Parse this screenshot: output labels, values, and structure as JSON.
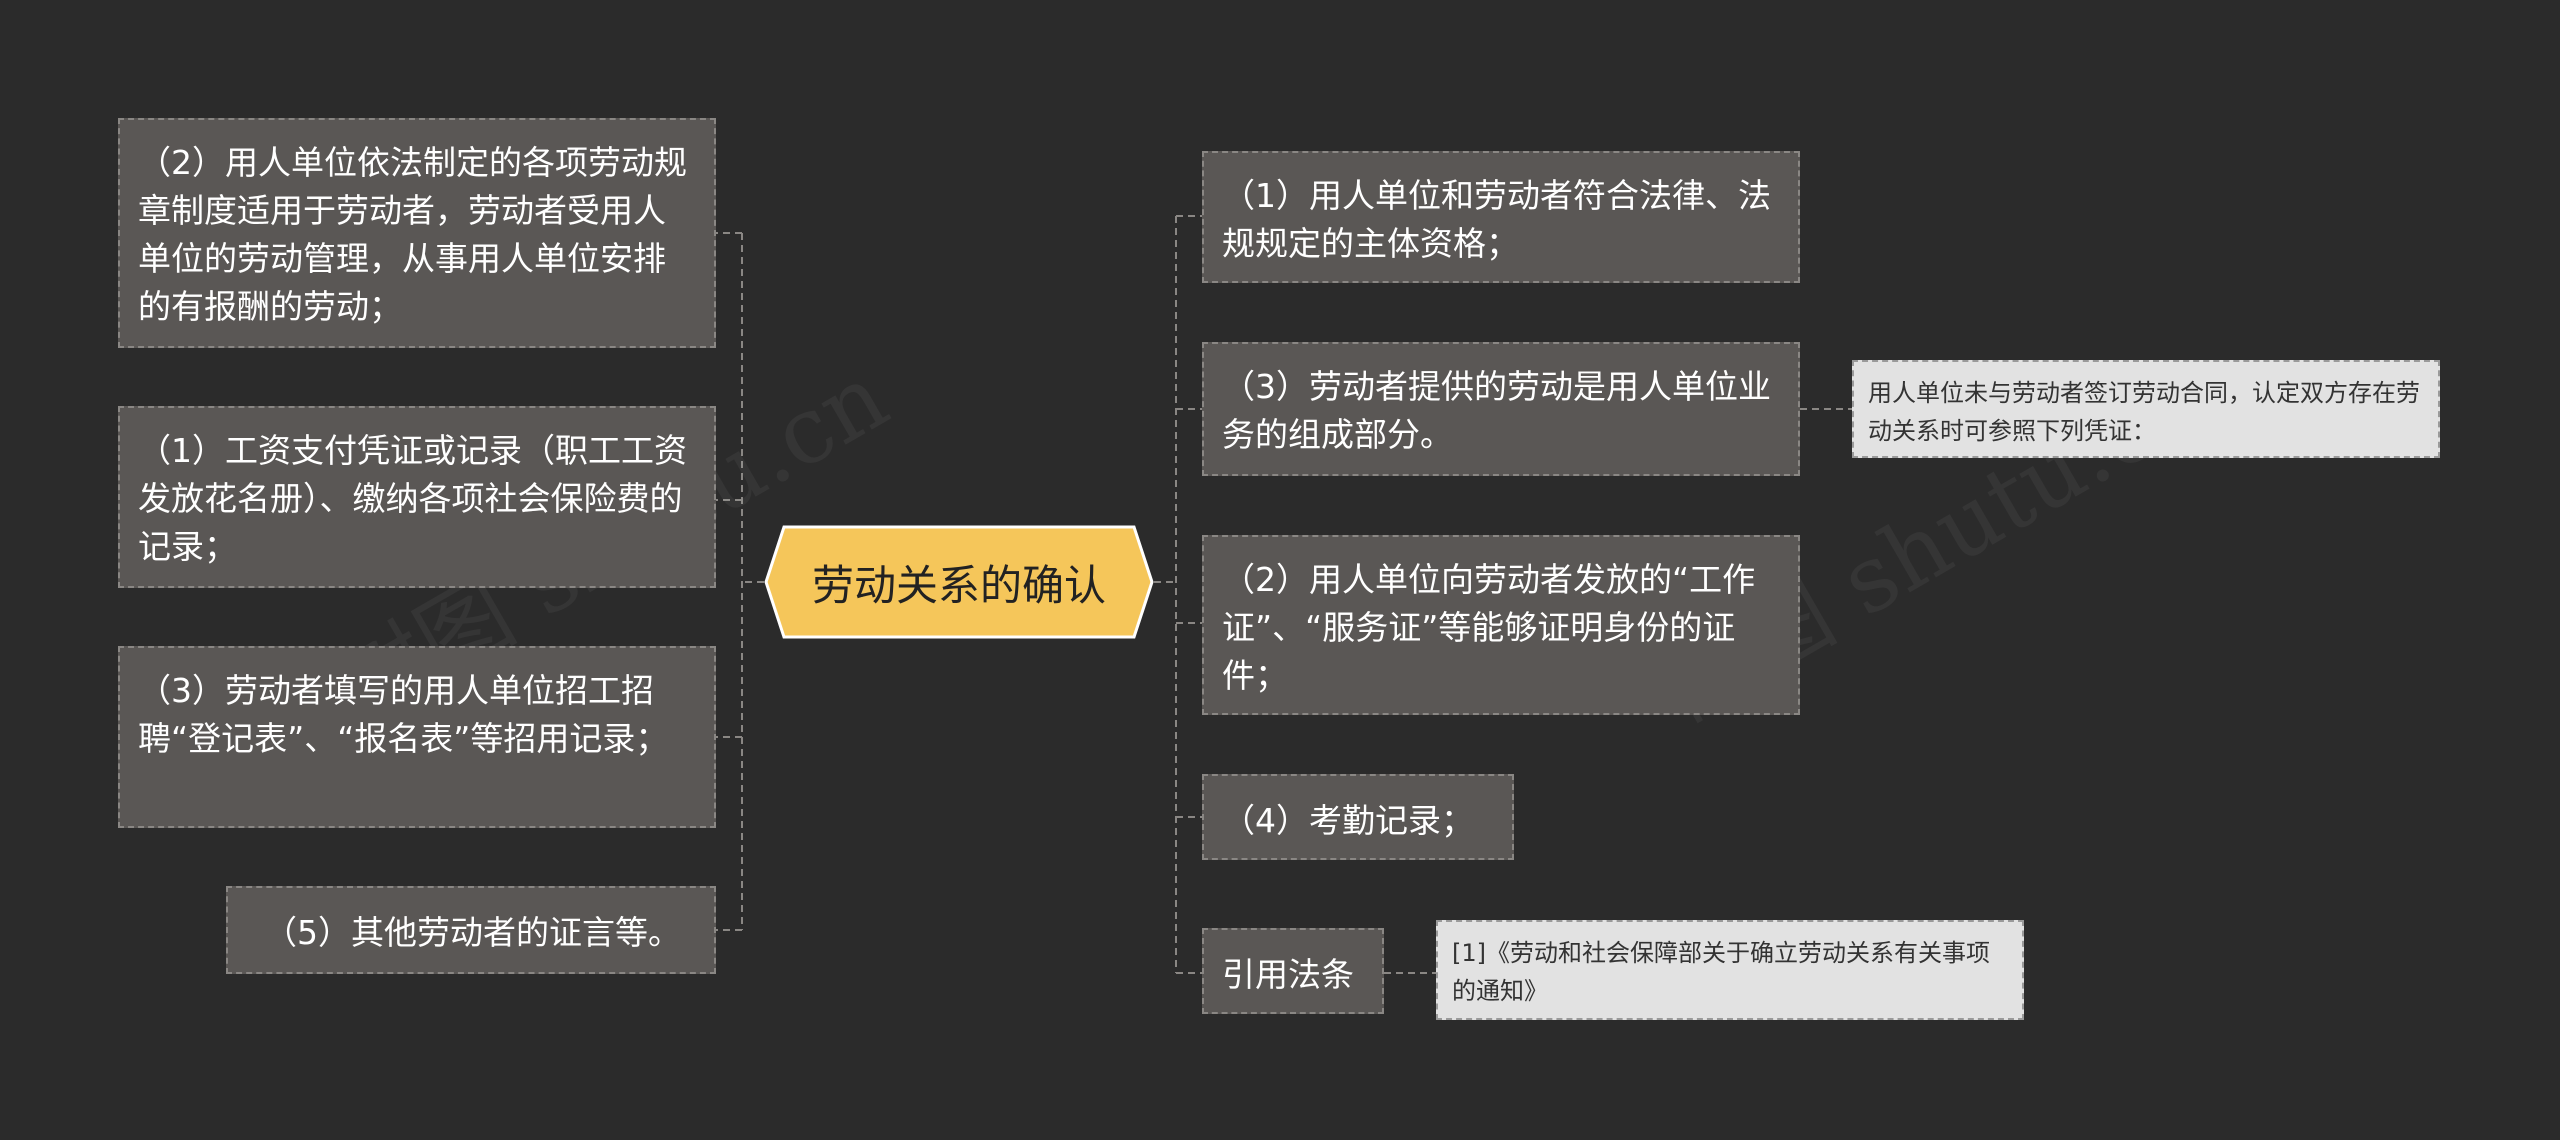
{
  "center": {
    "title": "劳动关系的确认"
  },
  "left_nodes": [
    {
      "text": "（2）用人单位依法制定的各项劳动规章制度适用于劳动者，劳动者受用人单位的劳动管理，从事用人单位安排的有报酬的劳动；"
    },
    {
      "text": "（1）工资支付凭证或记录（职工工资发放花名册）、缴纳各项社会保险费的记录；"
    },
    {
      "text": "（3）劳动者填写的用人单位招工招聘“登记表”、“报名表”等招用记录；"
    },
    {
      "text": "（5）其他劳动者的证言等。"
    }
  ],
  "right_nodes": [
    {
      "text": "（1）用人单位和劳动者符合法律、法规规定的主体资格；"
    },
    {
      "text": "（3）劳动者提供的劳动是用人单位业务的组成部分。"
    },
    {
      "text": "（2）用人单位向劳动者发放的“工作证”、“服务证”等能够证明身份的证件；"
    },
    {
      "text": "（4）考勤记录；"
    },
    {
      "text": "引用法条"
    }
  ],
  "notes": [
    {
      "text": "用人单位未与劳动者签订劳动合同，认定双方存在劳动关系时可参照下列凭证："
    },
    {
      "text": "[1]《劳动和社会保障部关于确立劳动关系有关事项的通知》"
    }
  ],
  "watermarks": [
    "树图 shutu.cn",
    "树图 shutu.cn"
  ],
  "colors": {
    "background": "#2b2b2b",
    "center_fill": "#f5c65a",
    "node_fill": "#5a5755",
    "note_fill": "#e2e2e2",
    "connector": "#8a8784"
  }
}
